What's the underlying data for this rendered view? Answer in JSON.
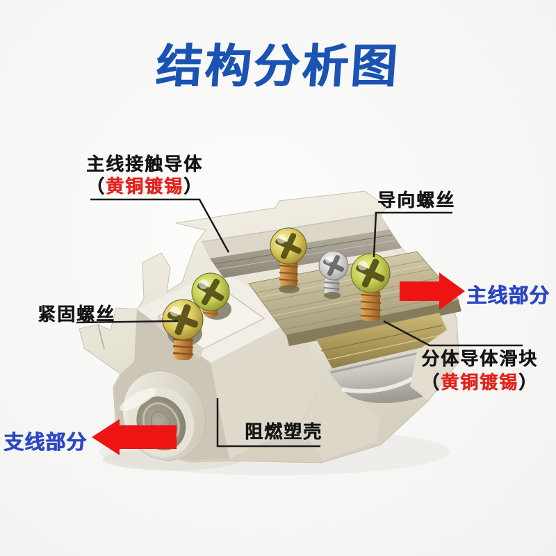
{
  "title": {
    "text": "结构分析图"
  },
  "colors": {
    "title_blue": "#1b53b3",
    "label_blue": "#2b46c5",
    "arrow_red": "#ee1411",
    "accent_red": "#e2231d",
    "text_black": "#151515",
    "leader_line": "#1a1a1a"
  },
  "annotations": {
    "main_conductor": {
      "line1": "主线接触导体",
      "paren_open": "（",
      "highlight": "黄铜镀锡",
      "paren_close": "）"
    },
    "guide_screw": {
      "text": "导向螺丝"
    },
    "main_part": {
      "text": "主线部分"
    },
    "fastening_screw": {
      "text": "紧固螺丝"
    },
    "slider": {
      "line1": "分体导体滑块",
      "paren_open": "（",
      "highlight": "黄铜镀锡",
      "paren_close": "）"
    },
    "shell": {
      "text": "阻燃塑壳"
    },
    "branch_part": {
      "text": "支线部分"
    }
  },
  "connector": {
    "housing_color": "#e9e5d8",
    "plate_color": "#b7ae8d",
    "brass_screw_color": "#d9c95b",
    "silver_screw_color": "#c6c6c6",
    "copper_thread_color": "#c0813c"
  }
}
